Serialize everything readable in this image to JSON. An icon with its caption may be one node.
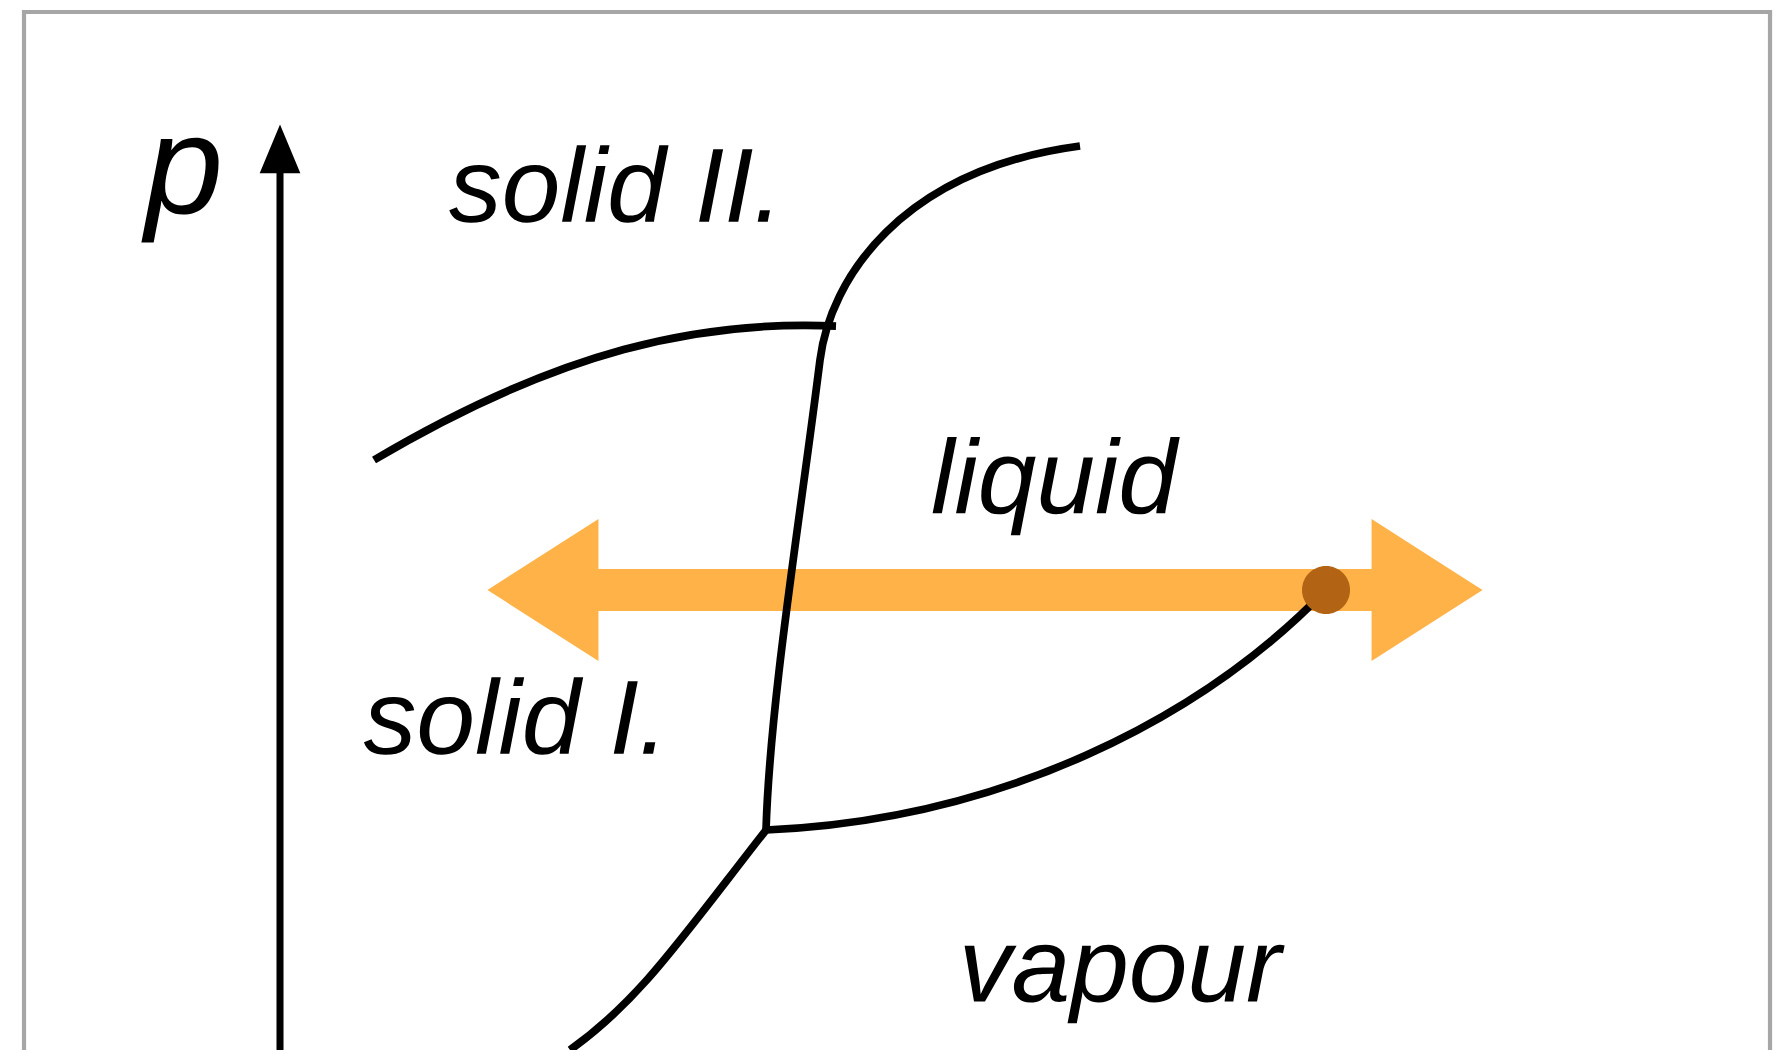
{
  "diagram": {
    "labels": [
      "p",
      "solid II.",
      "liquid",
      "solid I.",
      "vapour"
    ]
  }
}
